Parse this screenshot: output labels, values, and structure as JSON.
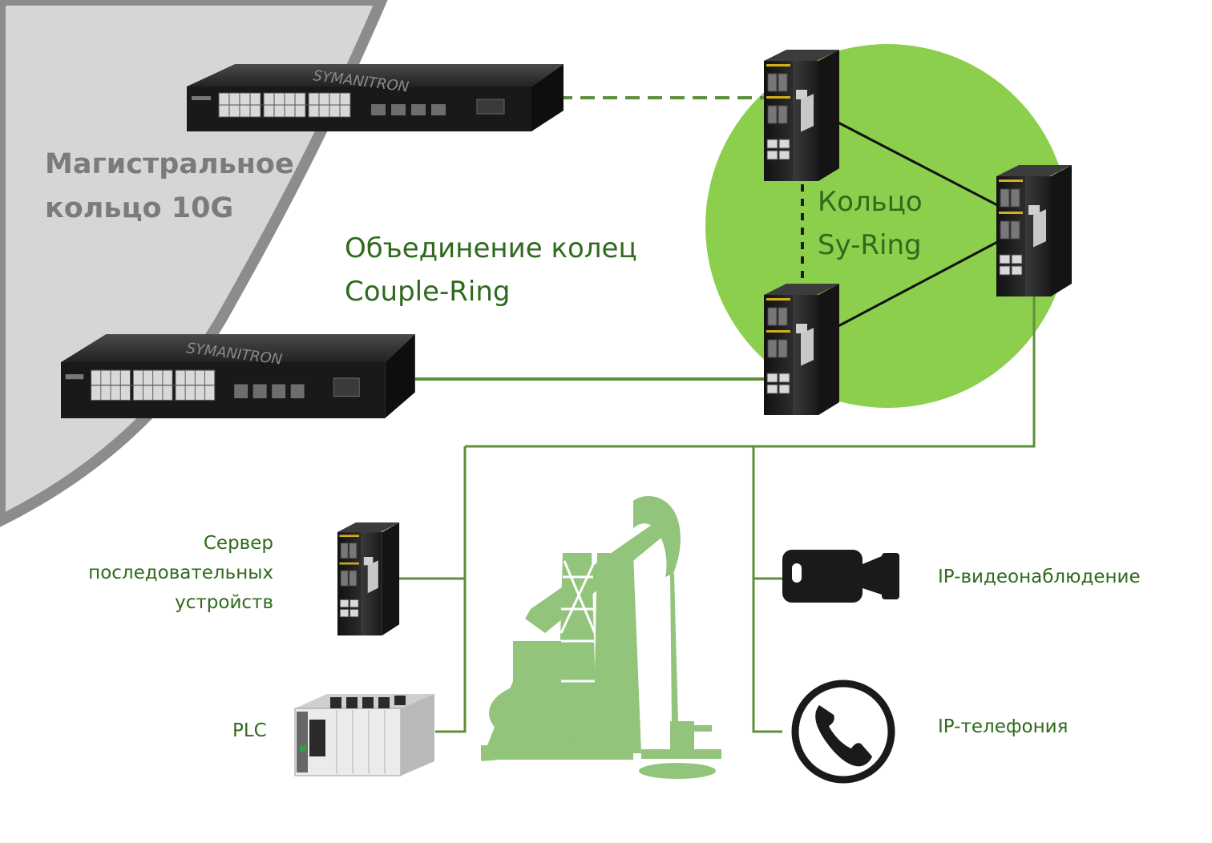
{
  "labels": {
    "backbone_line1": "Магистральное",
    "backbone_line2": "кольцо 10G",
    "couple_line1": "Объединение колец",
    "couple_line2": "Couple-Ring",
    "syring_line1": "Кольцо",
    "syring_line2": "Sy-Ring",
    "serial_line1": "Сервер",
    "serial_line2": "последовательных",
    "serial_line3": "устройств",
    "plc": "PLC",
    "cctv": "IP-видеонаблюдение",
    "telephony": "IP-телефония",
    "switch_brand": "SYMANITRON"
  },
  "colors": {
    "backbone_area": "#d6d6d6",
    "backbone_edge": "#8c8c8c",
    "ring_fill": "#8ccf4d",
    "link_green": "#5e8f3a",
    "label_green": "#2f6a1d",
    "pumpjack": "#92c47c",
    "device_body": "#1e1e1e"
  },
  "icons": {
    "core_switch": "rack-switch-icon",
    "industrial_switch": "din-rail-switch-icon",
    "serial_server": "serial-device-server-icon",
    "plc": "plc-icon",
    "oil_pump": "pumpjack-icon",
    "camera": "video-camera-icon",
    "telephone": "telephone-icon"
  }
}
